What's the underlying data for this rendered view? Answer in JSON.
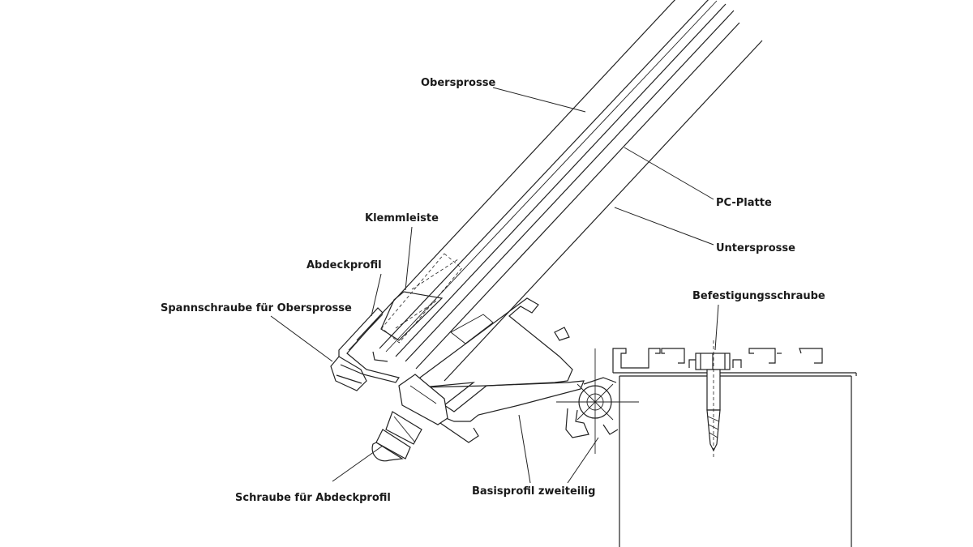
{
  "labels": {
    "obersprosse": "Obersprosse",
    "pc_platte": "PC-Platte",
    "untersprosse": "Untersprosse",
    "befestigungsschraube": "Befestigungsschraube",
    "klemmleiste": "Klemmleiste",
    "abdeckprofil": "Abdeckprofil",
    "spannschraube": "Spannschraube für Obersprosse",
    "schraube_abdeckprofil": "Schraube für Abdeckprofil",
    "basisprofil": "Basisprofil zweiteilig"
  }
}
